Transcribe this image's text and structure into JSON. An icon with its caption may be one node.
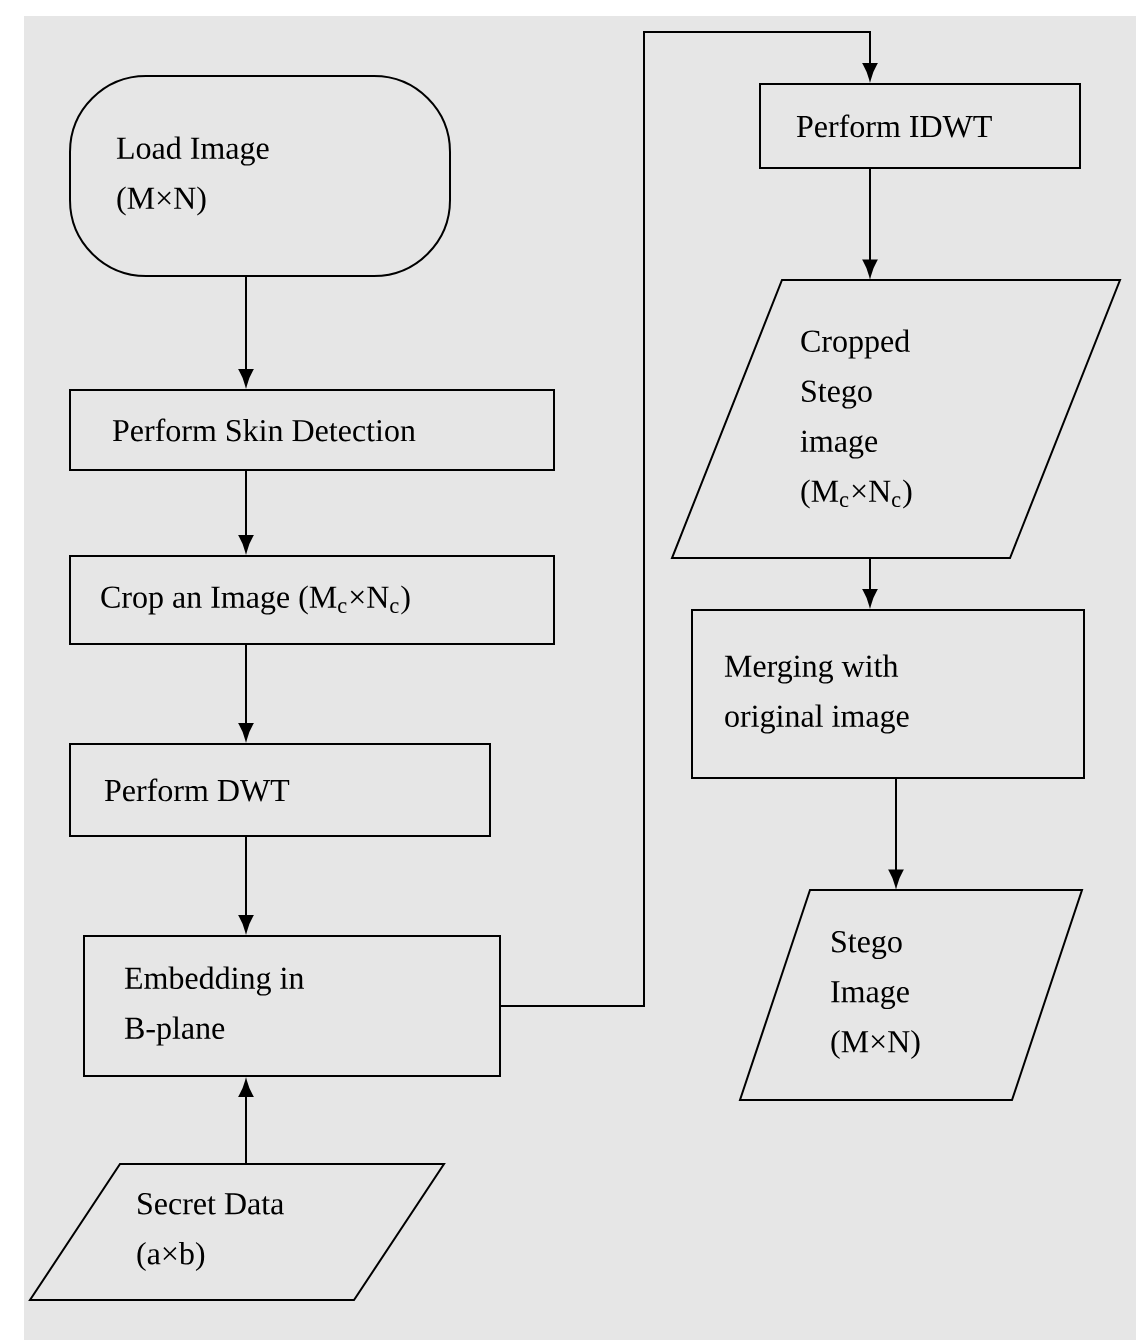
{
  "diagram": {
    "nodes": [
      {
        "text": [
          "Load Image (M×N)"
        ]
      },
      {
        "text": [
          "Perform Skin Detection"
        ]
      },
      {
        "text": [
          "Crop an Image (M$_{c}$×N$_{c}$)"
        ]
      },
      {
        "text": [
          "Perform DWT"
        ]
      },
      {
        "text": [
          "Embedding in B-plane"
        ]
      },
      {
        "text": [
          "Secret Data (a×b)"
        ]
      },
      {
        "text": [
          "Perform IDWT"
        ]
      },
      {
        "text": [
          "Cropped Stego image (M$_{c}$×N$_{c}$)"
        ]
      },
      {
        "text": [
          "Merging with original image"
        ]
      },
      {
        "text": [
          "Stego Image (M×N)"
        ]
      }
    ],
    "edges": [
      {
        "from": 0,
        "to": 1,
        "arrow": "to"
      },
      {
        "from": 1,
        "to": 2,
        "arrow": "to"
      },
      {
        "from": 2,
        "to": 3,
        "arrow": "to"
      },
      {
        "from": 3,
        "to": 4,
        "arrow": "to"
      },
      {
        "from": 5,
        "to": 4,
        "arrow": "to"
      },
      {
        "from": 4,
        "to": 6,
        "arrow": "to"
      },
      {
        "from": 6,
        "to": 7,
        "arrow": "to"
      },
      {
        "from": 7,
        "to": 8,
        "arrow": "to"
      },
      {
        "from": 8,
        "to": 9,
        "arrow": "to"
      }
    ]
  }
}
